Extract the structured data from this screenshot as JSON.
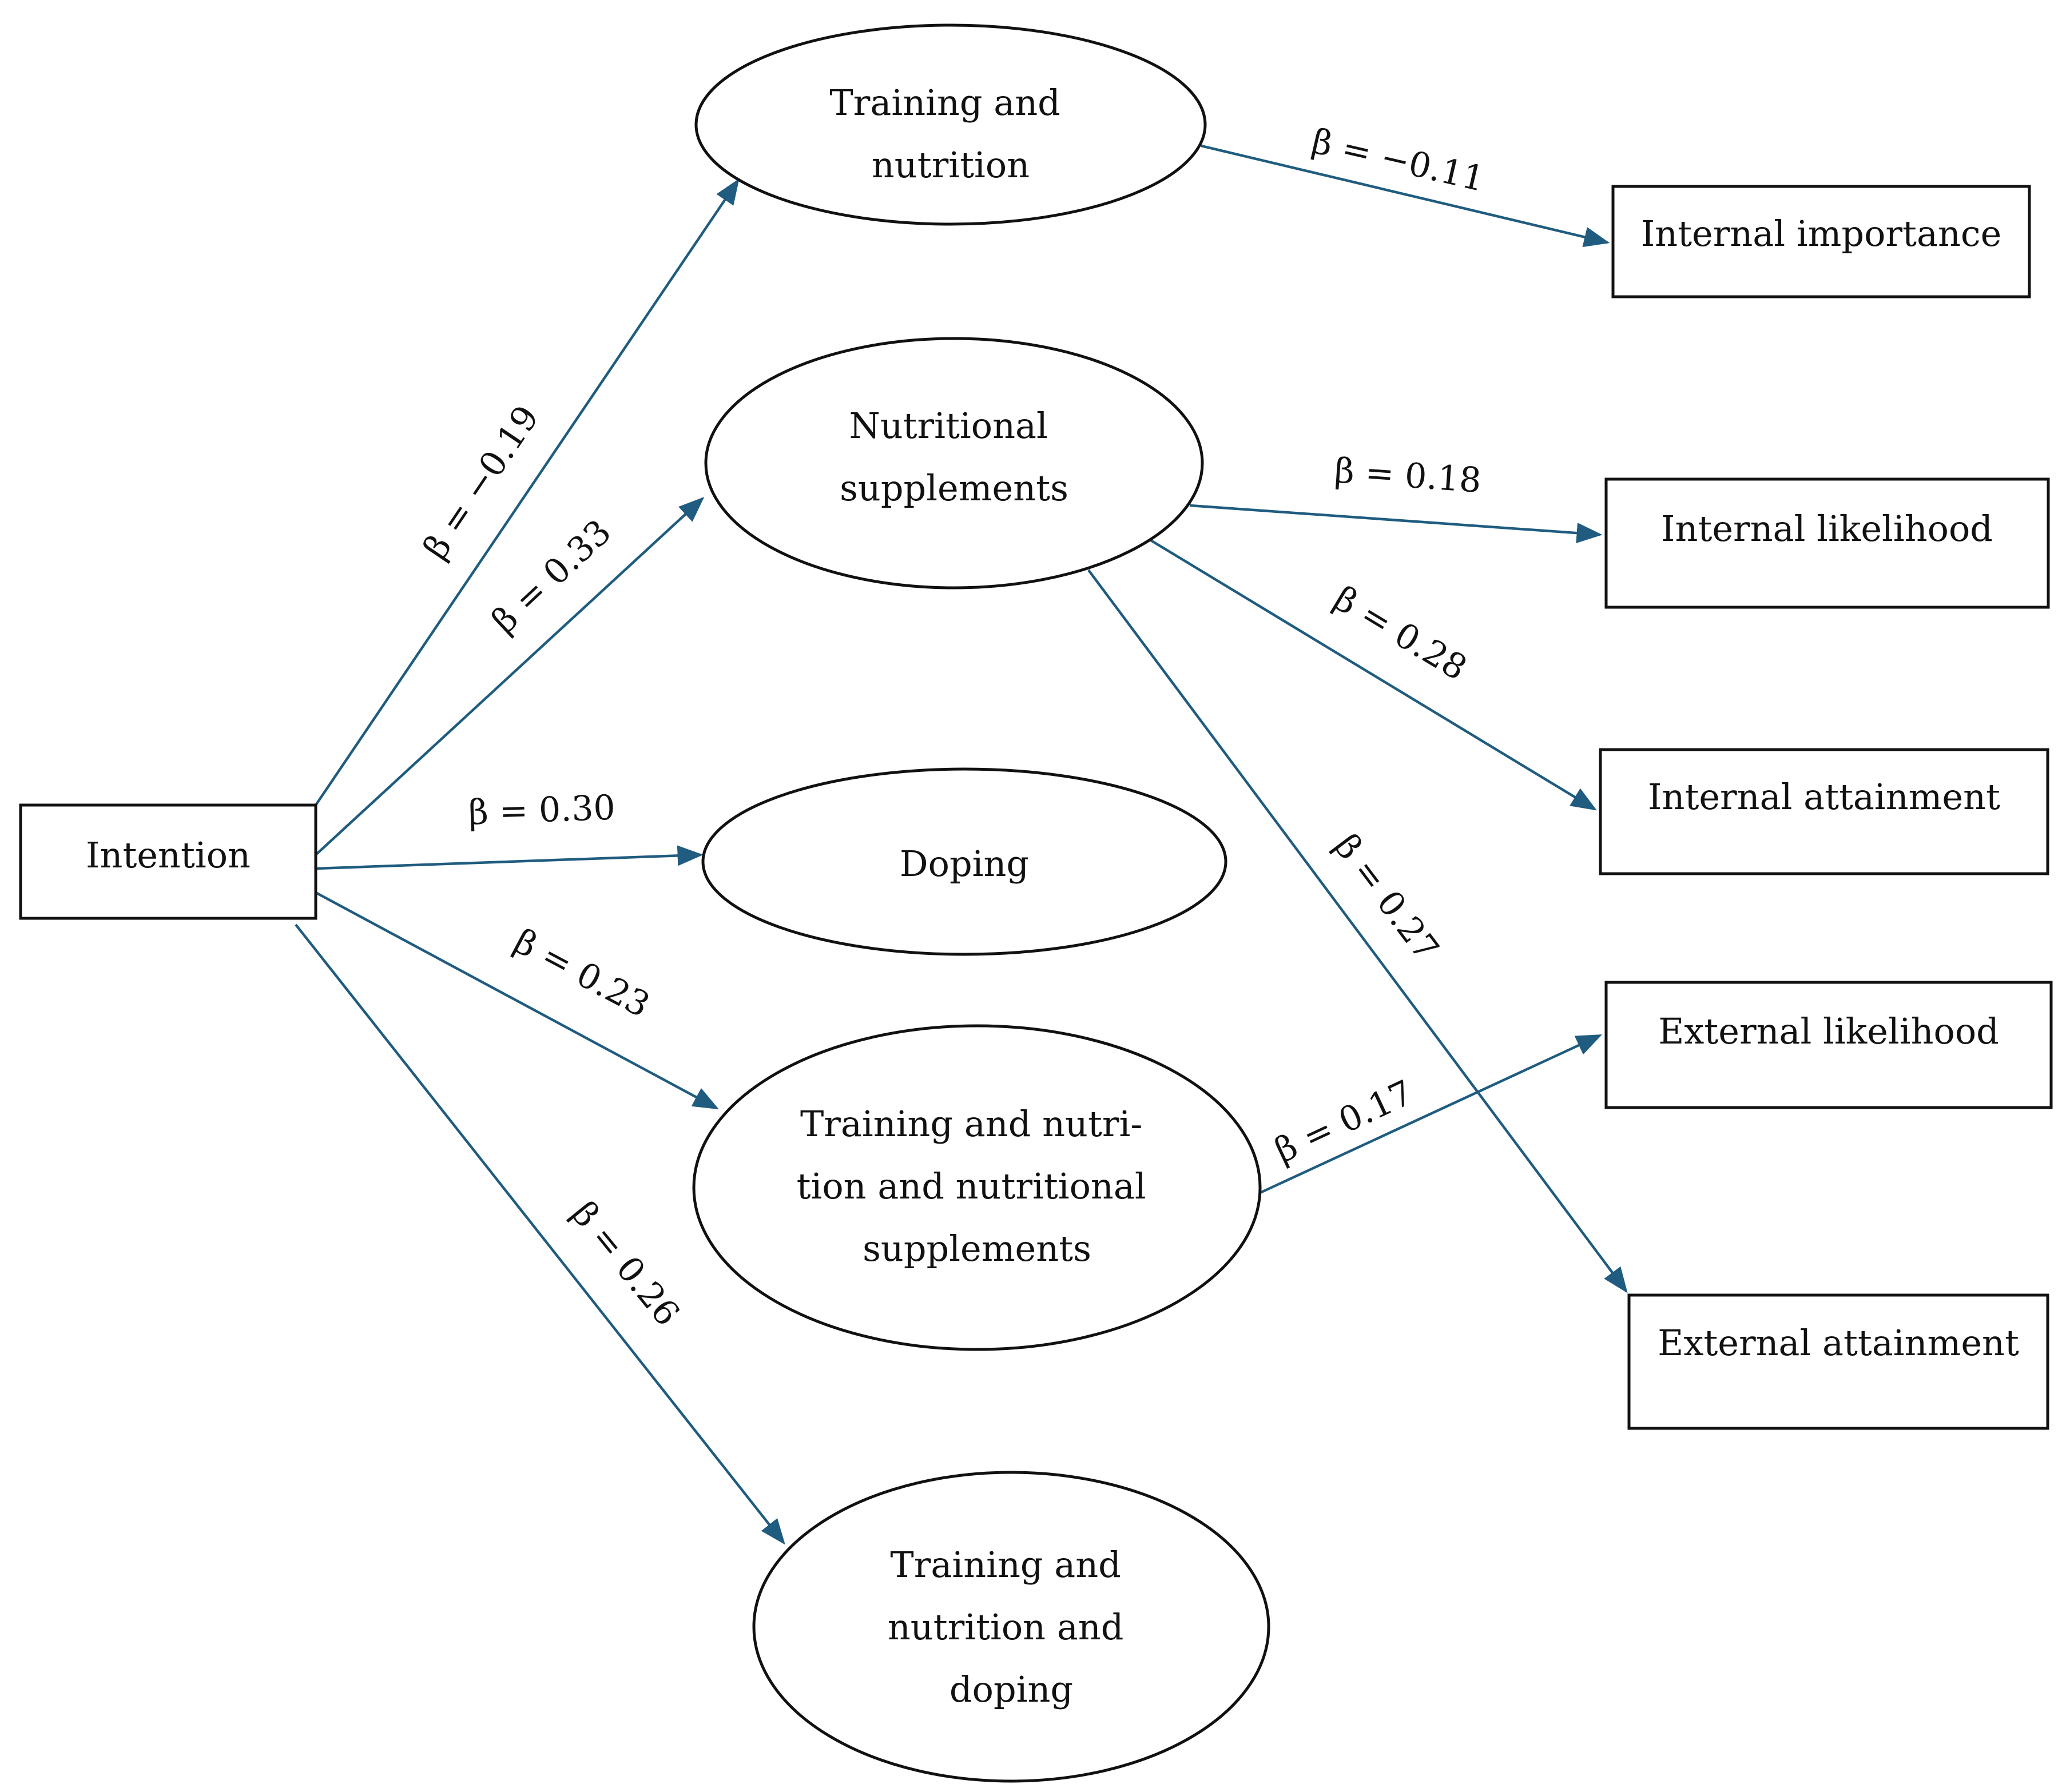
{
  "colors": {
    "arrow": "#1f5c7f",
    "outline": "#111111",
    "text": "#111111"
  },
  "nodes": {
    "intention": {
      "lines": [
        "Intention"
      ]
    },
    "training_nutrition": {
      "lines": [
        "Training and",
        "nutrition"
      ]
    },
    "nutritional_supplements": {
      "lines": [
        "Nutritional",
        "supplements"
      ]
    },
    "doping": {
      "lines": [
        "Doping"
      ]
    },
    "tn_supplements": {
      "lines": [
        "Training and nutri-",
        "tion and nutritional",
        "supplements"
      ]
    },
    "tn_doping": {
      "lines": [
        "Training and",
        "nutrition and",
        "doping"
      ]
    },
    "internal_importance": {
      "lines": [
        "Internal importance"
      ]
    },
    "internal_likelihood": {
      "lines": [
        "Internal likelihood"
      ]
    },
    "internal_attainment": {
      "lines": [
        "Internal attainment"
      ]
    },
    "external_likelihood": {
      "lines": [
        "External likelihood"
      ]
    },
    "external_attainment": {
      "lines": [
        "External attainment"
      ]
    }
  },
  "paths": [
    {
      "from": "Intention",
      "to": "Training and nutrition",
      "label": "β = −0.19"
    },
    {
      "from": "Intention",
      "to": "Nutritional supplements",
      "label": "β = 0.33"
    },
    {
      "from": "Intention",
      "to": "Doping",
      "label": "β = 0.30"
    },
    {
      "from": "Intention",
      "to": "Training and nutrition and nutritional supplements",
      "label": "β = 0.23"
    },
    {
      "from": "Intention",
      "to": "Training and nutrition and doping",
      "label": "β = 0.26"
    },
    {
      "from": "Training and nutrition",
      "to": "Internal importance",
      "label": "β = −0.11"
    },
    {
      "from": "Nutritional supplements",
      "to": "Internal likelihood",
      "label": "β = 0.18"
    },
    {
      "from": "Nutritional supplements",
      "to": "Internal attainment",
      "label": "β = 0.28"
    },
    {
      "from": "Nutritional supplements",
      "to": "External attainment",
      "label": "β = 0.27"
    },
    {
      "from": "Training and nutrition and nutritional supplements",
      "to": "External likelihood",
      "label": "β = 0.17"
    }
  ]
}
